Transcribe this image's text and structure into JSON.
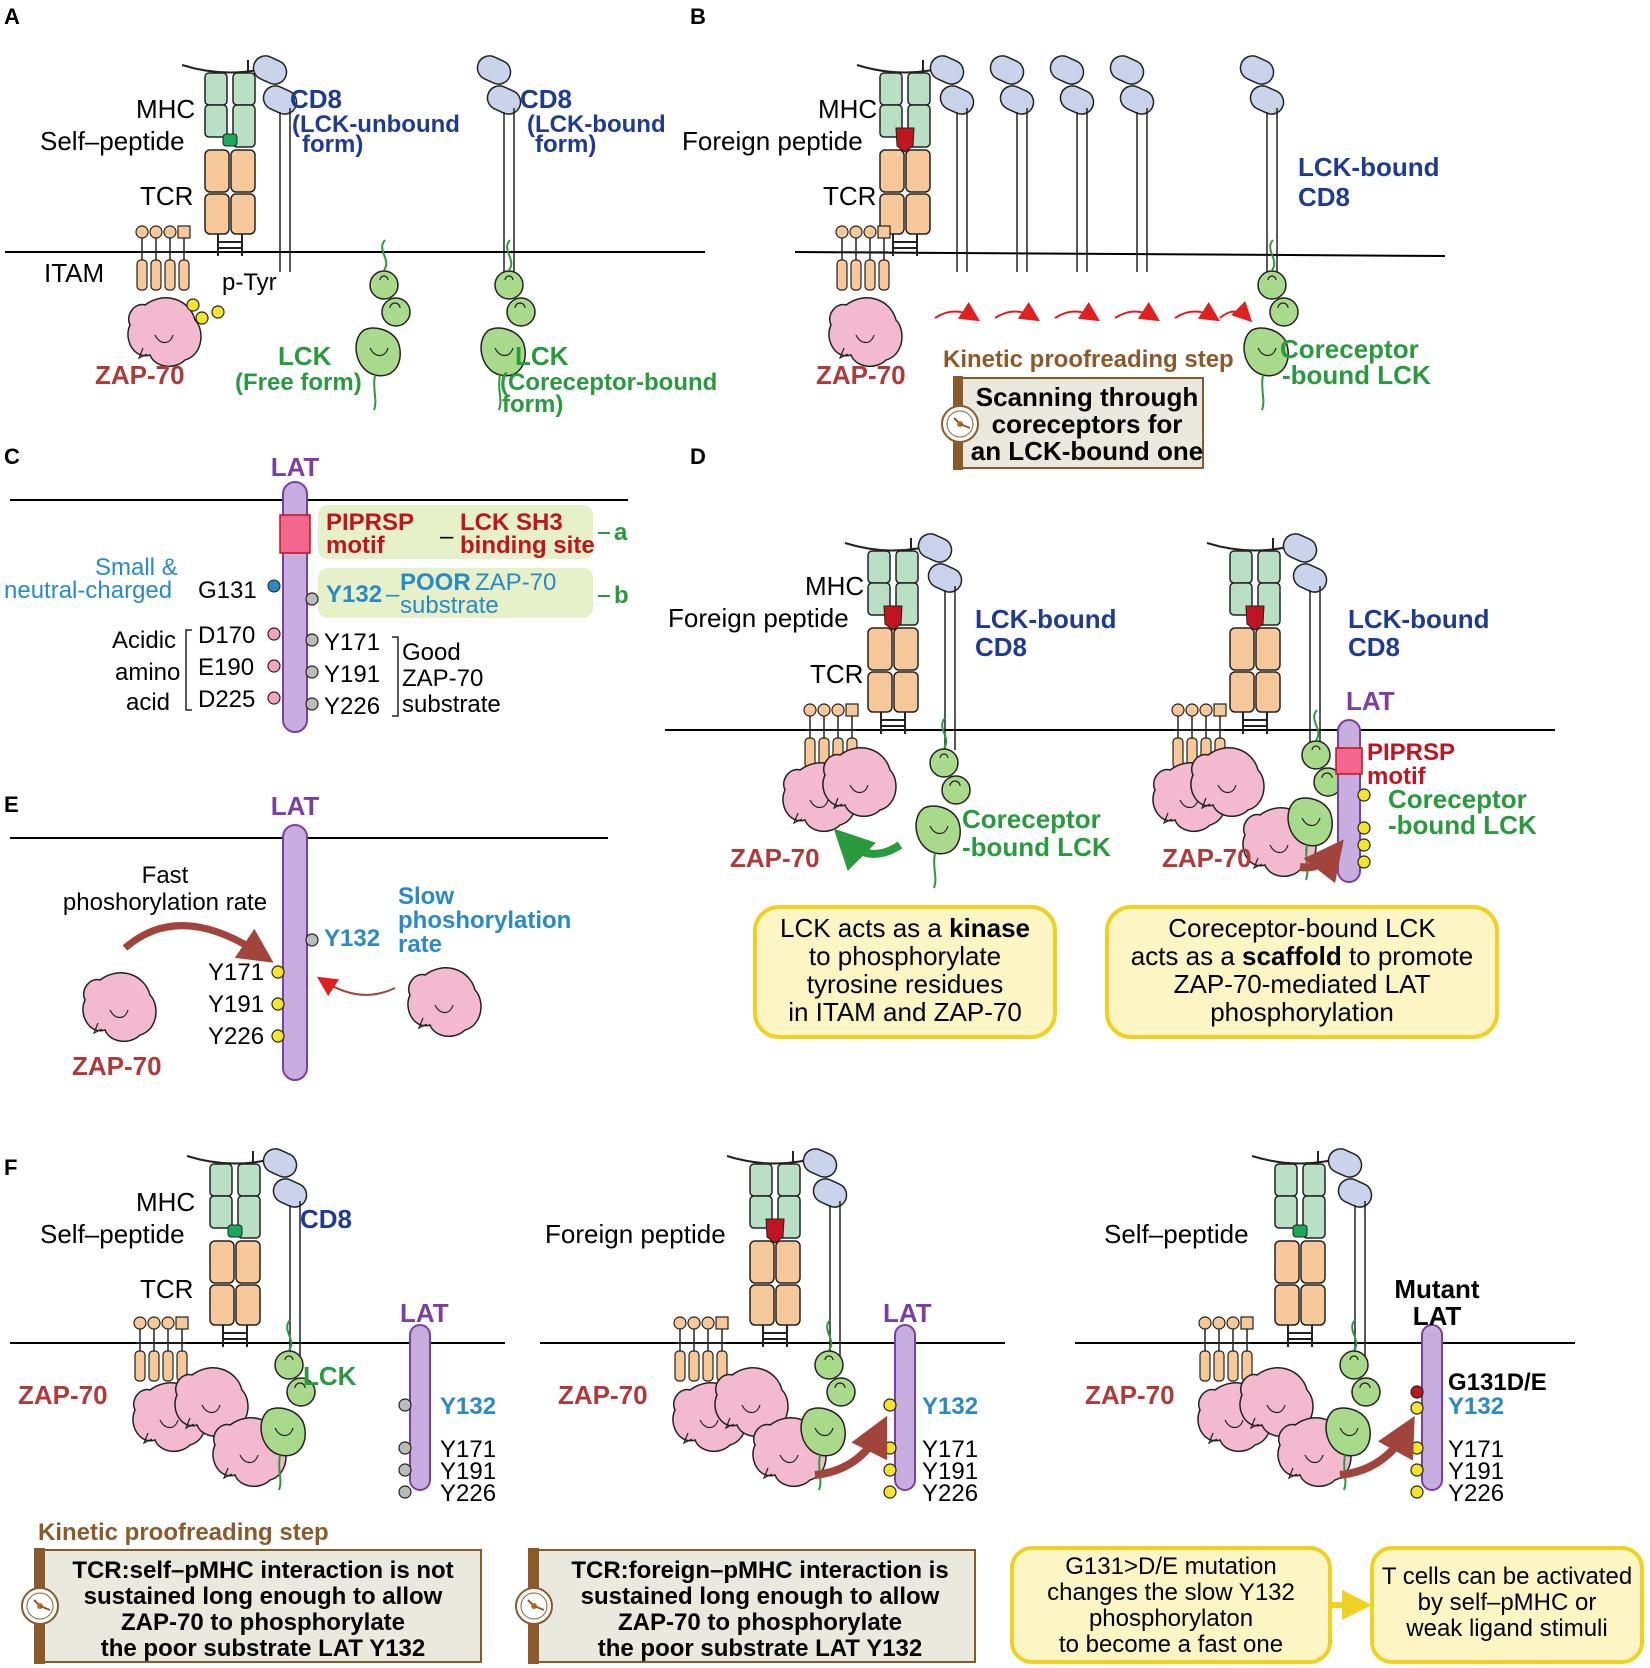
{
  "colors": {
    "mhc": "#b9dfc4",
    "tcr": "#f7c99a",
    "cd8": "#c9d3ec",
    "lck": "#a9d98a",
    "zap": "#f3b9cf",
    "lat": "#c8aee0",
    "self_peptide": "#1aa85a",
    "foreign_peptide": "#c0141e",
    "ptyr": "#f4e52a",
    "box_yellow": "#fdf6c4",
    "box_green": "#e6f0c9",
    "clock_box": "#e9e9dd",
    "arrow_brown": "#a0443c"
  },
  "panelA": {
    "letter": "A",
    "mhc": "MHC",
    "peptide": "Self–peptide",
    "tcr": "TCR",
    "cd8_1": "CD8",
    "cd8_1_sub1": "(LCK-unbound",
    "cd8_1_sub2": "form)",
    "cd8_2": "CD8",
    "cd8_2_sub1": "(LCK-bound",
    "cd8_2_sub2": "form)",
    "itam": "ITAM",
    "ptyr": "p-Tyr",
    "zap": "ZAP-70",
    "lck_1": "LCK",
    "lck_1_sub": "(Free form)",
    "lck_2": "LCK",
    "lck_2_sub1": "(Coreceptor-bound",
    "lck_2_sub2": "form)"
  },
  "panelB": {
    "letter": "B",
    "mhc": "MHC",
    "peptide": "Foreign peptide",
    "tcr": "TCR",
    "cd8_1": "LCK-bound",
    "cd8_2": "CD8",
    "zap": "ZAP-70",
    "lck_1": "Coreceptor",
    "lck_2": "-bound LCK",
    "kp_title": "Kinetic proofreading step",
    "box_1": "Scanning through",
    "box_2": "coreceptors for",
    "box_3": "an LCK-bound one"
  },
  "panelC": {
    "letter": "C",
    "lat": "LAT",
    "motif_1": "PIPRSP",
    "motif_2": "motif",
    "sh3_1": "LCK SH3",
    "sh3_2": "binding site",
    "tag_a": "a",
    "y132": "Y132",
    "poor": "POOR",
    "zap_sub": "ZAP-70",
    "substrate": "substrate",
    "tag_b": "b",
    "small_1": "Small &",
    "small_2": "neutral-charged",
    "g131": "G131",
    "acidic_1": "Acidic",
    "acidic_2": "amino",
    "acidic_3": "acid",
    "d170": "D170",
    "e190": "E190",
    "d225": "D225",
    "y171": "Y171",
    "y191": "Y191",
    "y226": "Y226",
    "good_1": "Good",
    "good_2": "ZAP-70",
    "good_3": "substrate"
  },
  "panelD": {
    "letter": "D",
    "mhc": "MHC",
    "peptide": "Foreign peptide",
    "tcr": "TCR",
    "cd8_l1": "LCK-bound",
    "cd8_l2": "CD8",
    "cd8_r1": "LCK-bound",
    "cd8_r2": "CD8",
    "zap_l": "ZAP-70",
    "zap_r": "ZAP-70",
    "lck_l1": "Coreceptor",
    "lck_l2": "-bound LCK",
    "lck_r1": "Coreceptor",
    "lck_r2": "-bound LCK",
    "lat": "LAT",
    "motif_1": "PIPRSP",
    "motif_2": "motif",
    "box_l1_a": "LCK acts as a ",
    "box_l1_b": "kinase",
    "box_l2": "to phosphorylate",
    "box_l3": "tyrosine residues",
    "box_l4": "in ITAM and ZAP-70",
    "box_r1": "Coreceptor-bound LCK",
    "box_r2_a": "acts as a ",
    "box_r2_b": "scaffold",
    "box_r2_c": " to promote",
    "box_r3": "ZAP-70-mediated LAT",
    "box_r4": "phosphorylation"
  },
  "panelE": {
    "letter": "E",
    "lat": "LAT",
    "fast_1": "Fast",
    "fast_2": "phoshorylation rate",
    "slow_1": "Slow",
    "slow_2": "phoshorylation",
    "slow_3": "rate",
    "y132": "Y132",
    "y171": "Y171",
    "y191": "Y191",
    "y226": "Y226",
    "zap": "ZAP-70"
  },
  "panelF": {
    "letter": "F",
    "p1_mhc": "MHC",
    "p1_peptide": "Self–peptide",
    "p1_tcr": "TCR",
    "p1_cd8": "CD8",
    "p1_lck": "LCK",
    "p1_zap": "ZAP-70",
    "p1_lat": "LAT",
    "p2_peptide": "Foreign peptide",
    "p2_zap": "ZAP-70",
    "p2_lat": "LAT",
    "p3_peptide": "Self–peptide",
    "p3_zap": "ZAP-70",
    "p3_mut_1": "Mutant",
    "p3_mut_2": "LAT",
    "p3_g131": "G131D/E",
    "y132": "Y132",
    "y171": "Y171",
    "y191": "Y191",
    "y226": "Y226",
    "kp_title": "Kinetic proofreading step",
    "box1_1": "TCR:self–pMHC interaction is not",
    "box1_2": "sustained long enough to allow",
    "box1_3": "ZAP-70 to phosphorylate",
    "box1_4": "the poor substrate LAT Y132",
    "box2_1": "TCR:foreign–pMHC interaction is",
    "box2_2": "sustained long enough to allow",
    "box2_3": "ZAP-70 to phosphorylate",
    "box2_4": "the poor substrate LAT Y132",
    "box3_1": "G131>D/E mutation",
    "box3_2": "changes the slow Y132",
    "box3_3": "phosphorylaton",
    "box3_4": "to become a fast one",
    "box4_1": "T cells can be activated",
    "box4_2": "by self–pMHC or",
    "box4_3": "weak ligand stimuli"
  }
}
